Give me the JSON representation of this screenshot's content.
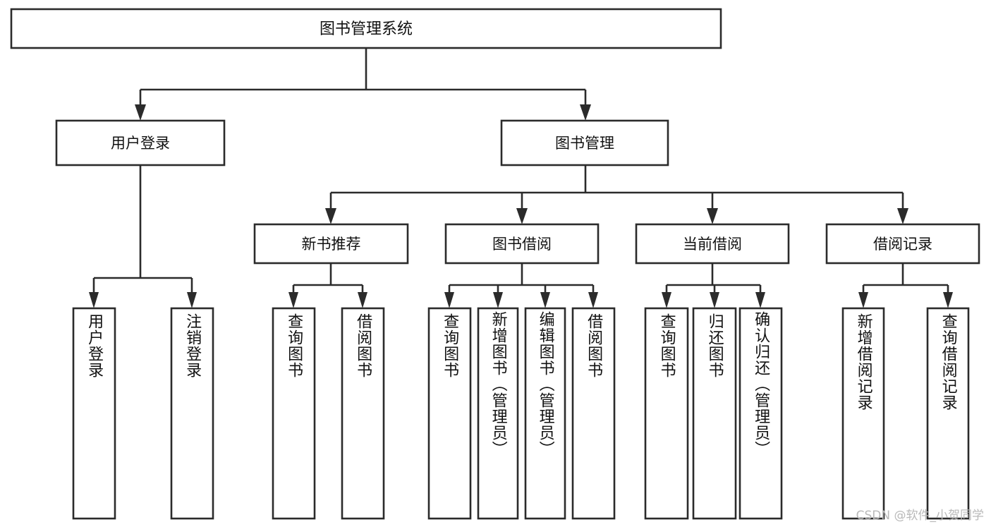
{
  "diagram": {
    "type": "tree",
    "title": "图书管理系统",
    "orientation": "top-down",
    "watermark": "CSDN @软件_小贺同学",
    "colors": {
      "box_stroke": "#2b2b2b",
      "box_fill": "#ffffff",
      "text": "#111111",
      "background": "#ffffff",
      "watermark": "#b9b9b9"
    },
    "root": {
      "label": "图书管理系统"
    },
    "level2": [
      {
        "label": "用户登录"
      },
      {
        "label": "图书管理"
      }
    ],
    "level3": [
      {
        "label": "新书推荐"
      },
      {
        "label": "图书借阅"
      },
      {
        "label": "当前借阅"
      },
      {
        "label": "借阅记录"
      }
    ],
    "leaves": {
      "user_login": [
        {
          "label": "用户登录"
        },
        {
          "label": "注销登录"
        }
      ],
      "new_book_recommend": [
        {
          "label": "查询图书"
        },
        {
          "label": "借阅图书"
        }
      ],
      "book_borrow": [
        {
          "label": "查询图书"
        },
        {
          "label": "新增图书（管理员）"
        },
        {
          "label": "编辑图书（管理员）"
        },
        {
          "label": "借阅图书"
        }
      ],
      "current_borrow": [
        {
          "label": "查询图书"
        },
        {
          "label": "归还图书"
        },
        {
          "label": "确认归还（管理员）"
        }
      ],
      "borrow_record": [
        {
          "label": "新增借阅记录"
        },
        {
          "label": "查询借阅记录"
        }
      ]
    }
  }
}
